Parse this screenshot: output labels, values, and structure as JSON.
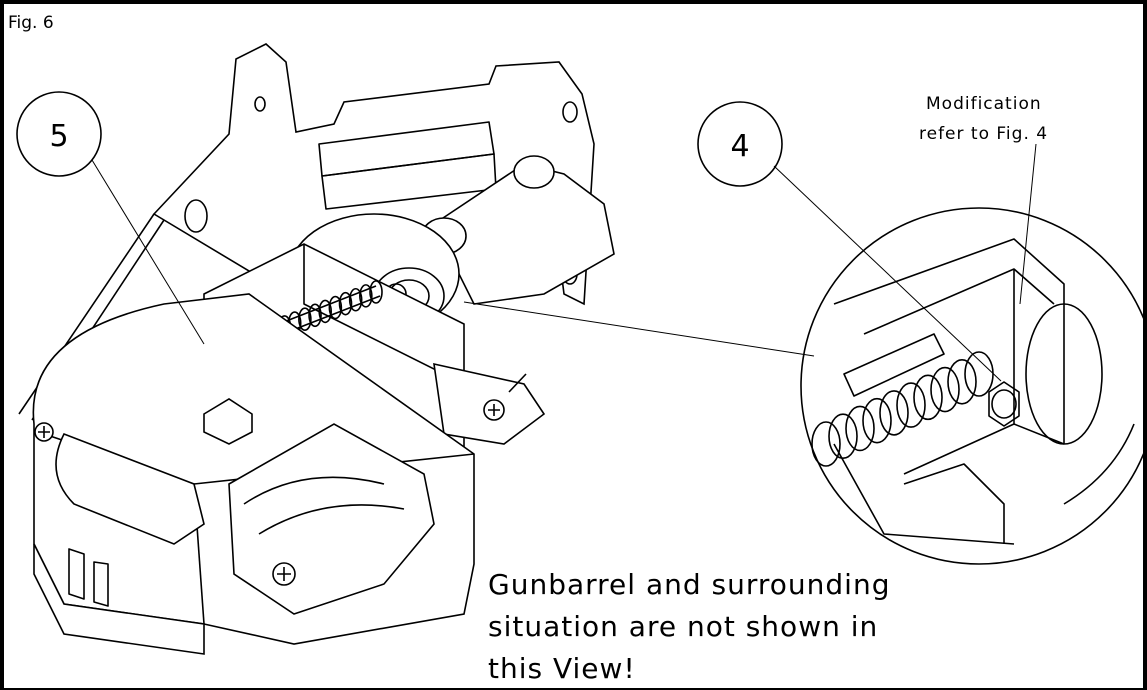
{
  "figure": {
    "label": "Fig. 6",
    "callouts": [
      {
        "id": "5",
        "text": "5"
      },
      {
        "id": "4",
        "text": "4"
      }
    ],
    "note_lines": [
      "Modification",
      "refer to Fig. 4"
    ],
    "caption_lines": [
      "Gunbarrel and surrounding",
      "situation are not shown in",
      "this View!"
    ]
  },
  "colors": {
    "line": "#000000",
    "background": "#ffffff"
  }
}
